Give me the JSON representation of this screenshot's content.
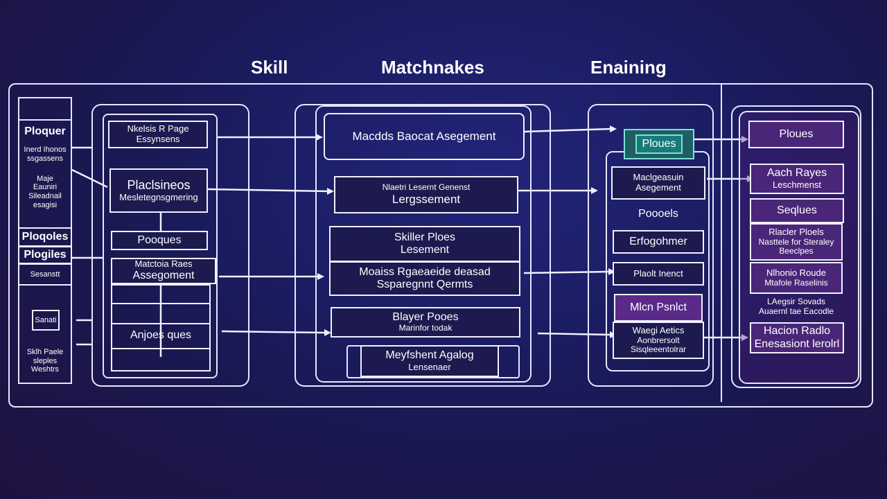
{
  "headings": {
    "left": "Skill",
    "center": "Matchnakes",
    "right": "Enaining"
  },
  "left_column": {
    "plaque": "Ploquer",
    "note1": [
      "Inerd Ihonos",
      "ssgassens"
    ],
    "note2": [
      "Maje",
      "Eauniri",
      "Sileadnail",
      "esagisi"
    ],
    "plaque2": "Ploqoles",
    "plaque3": "Plogiles",
    "note3": "Sesanstt",
    "small_box": "Sanati",
    "note4": [
      "Sklh Paele",
      "sleples",
      "Weshtrs"
    ]
  },
  "col2": {
    "top_box": [
      "Nkelsis R Page",
      "Essynsens"
    ],
    "box2": [
      "Placlsineos",
      "Mesletegnsgmering"
    ],
    "box3": "Pooques",
    "box4": [
      "Matctoia Raes",
      "Assegoment"
    ],
    "box5": "Anjoes ques"
  },
  "col3": {
    "top_box": "Macdds Baocat Asegement",
    "box2": [
      "Nlaetri Lesernt Genenst",
      "Lergssement"
    ],
    "box3": [
      "Skiller Ploes",
      "Lesement"
    ],
    "box4": [
      "Moaiss Rgaeaeide deasad",
      "Ssparegnnt Qermts"
    ],
    "box5": [
      "Blayer Pooes",
      "Marinfor todak"
    ],
    "box6": [
      "Meyfshent Agalog",
      "Lensenaer"
    ]
  },
  "col4": {
    "teal_box": "Ploues",
    "box2": [
      "Maclgeasuin",
      "Asegement"
    ],
    "label": "Poooels",
    "box3": "Erfogohmer",
    "box4": "Plaolt Inenct",
    "box5": "Mlcn Psnlct",
    "box6": [
      "Waegi Aetics",
      "Aonbrersolt",
      "Sisqleeentolrar"
    ]
  },
  "col5": {
    "box1": "Ploues",
    "box2": [
      "Aach Rayes",
      "Leschmenst"
    ],
    "box3": "Seqlues",
    "box4": [
      "Rlacler Ploels",
      "Nasttele for Steraley",
      "Beeclpes"
    ],
    "box5": [
      "Nlhonio Roude",
      "Mtafole Raselinis"
    ],
    "box6": [
      "LAegsir Sovads",
      "Auaernl tae Eacodle"
    ],
    "box7": [
      "Hacion Radlo",
      "Enesasiont lerolrl"
    ]
  },
  "colors": {
    "background": "#1b1d63",
    "line": "#e9e6ff",
    "teal": "#1f5e63",
    "violet": "#5a2a8a"
  }
}
